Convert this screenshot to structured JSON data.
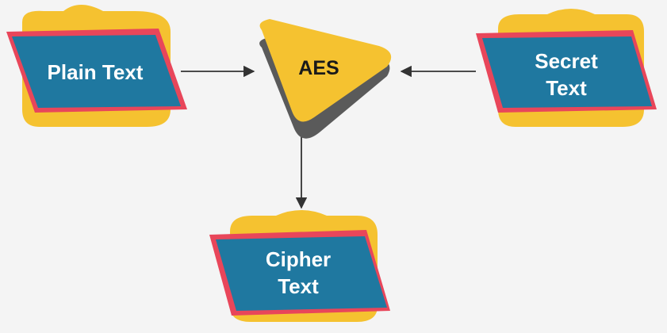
{
  "diagram": {
    "nodes": {
      "plain_text": {
        "line1": "Plain Text"
      },
      "secret_text": {
        "line1": "Secret",
        "line2": "Text"
      },
      "aes": {
        "label": "AES"
      },
      "cipher_text": {
        "line1": "Cipher",
        "line2": "Text"
      }
    },
    "edges": [
      {
        "from": "Plain Text",
        "to": "AES"
      },
      {
        "from": "Secret Text",
        "to": "AES"
      },
      {
        "from": "AES",
        "to": "Cipher Text"
      }
    ]
  },
  "colors": {
    "background": "#f4f4f4",
    "yellow": "#f5c230",
    "red": "#e8465a",
    "teal": "#1f78a0",
    "shadow": "#5a5a5a",
    "arrow": "#333333"
  }
}
